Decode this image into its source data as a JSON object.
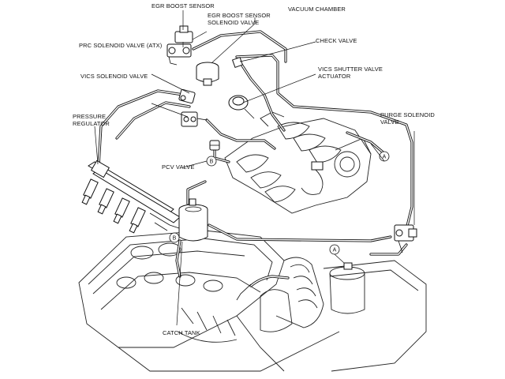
{
  "labels": {
    "egr_boost_sensor": "EGR BOOST SENSOR",
    "egr_boost_solenoid_1": "EGR BOOST SENSOR",
    "egr_boost_solenoid_2": "SOLENOID VALVE",
    "vacuum_chamber": "VACUUM CHAMBER",
    "prc_solenoid": "PRC SOLENOID VALVE (ATX)",
    "check_valve": "CHECK VALVE",
    "vics_solenoid": "VICS SOLENOID VALVE",
    "vics_shutter_1": "VICS SHUTTER VALVE",
    "vics_shutter_2": "ACTUATOR",
    "pressure_regulator_1": "PRESSURE",
    "pressure_regulator_2": "REGULATOR",
    "purge_solenoid_1": "PURGE SOLENOID",
    "purge_solenoid_2": "VALVE",
    "pcv_valve": "PCV VALVE",
    "catch_tank": "CATCH TANK"
  },
  "markers": {
    "a": "A",
    "b": "B"
  }
}
